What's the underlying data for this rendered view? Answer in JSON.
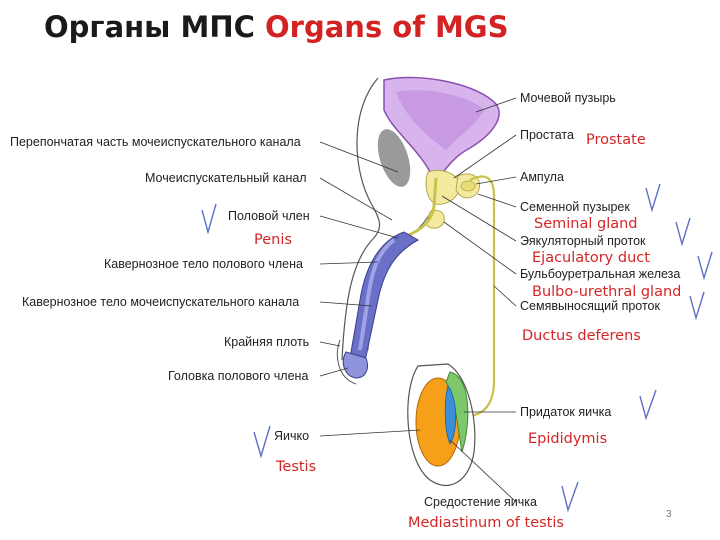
{
  "title": {
    "ru": "Органы МПС",
    "en": "Organs of MGS"
  },
  "page_number": "3",
  "colors": {
    "bladder": "#d8b4ec",
    "bladder_outline": "#8a4fb0",
    "prostate_glands": "#f3eaa0",
    "penis_body": "#6a6fc8",
    "testis": "#f6a01a",
    "epididymis": "#7cc86a",
    "mediastinum": "#3a8fd8",
    "annotation_red": "#d42626"
  },
  "labels_left": [
    {
      "id": "membranous-urethra",
      "ru": "Перепончатая часть мочеиспускательного канала"
    },
    {
      "id": "urethra",
      "ru": "Мочеиспускательный канал"
    },
    {
      "id": "penis",
      "ru": "Половой член",
      "en": "Penis"
    },
    {
      "id": "corpus-cavernosum-penis",
      "ru": "Кавернозное тело полового члена"
    },
    {
      "id": "corpus-cavernosum-urethrae",
      "ru": "Кавернозное тело мочеиспускательного канала"
    },
    {
      "id": "foreskin",
      "ru": "Крайняя плоть"
    },
    {
      "id": "glans",
      "ru": "Головка полового члена"
    },
    {
      "id": "testis",
      "ru": "Яичко",
      "en": "Testis"
    }
  ],
  "labels_right": [
    {
      "id": "bladder",
      "ru": "Мочевой пузырь"
    },
    {
      "id": "prostate",
      "ru": "Простата",
      "en": "Prostate"
    },
    {
      "id": "ampulla",
      "ru": "Ампула"
    },
    {
      "id": "seminal-vesicle",
      "ru": "Семенной пузырек",
      "en": "Seminal gland"
    },
    {
      "id": "ejaculatory-duct",
      "ru": "Эякуляторный проток",
      "en": "Ejaculatory duct"
    },
    {
      "id": "bulbourethral-gland",
      "ru": "Бульбоуретральная железа",
      "en": "Bulbo-urethral gland"
    },
    {
      "id": "vas-deferens",
      "ru": "Семявыносящий проток",
      "en": "Ductus deferens"
    },
    {
      "id": "epididymis",
      "ru": "Придаток яичка",
      "en": "Epididymis"
    },
    {
      "id": "mediastinum",
      "ru": "Средостение яичка",
      "en": "Mediastinum of testis"
    }
  ]
}
